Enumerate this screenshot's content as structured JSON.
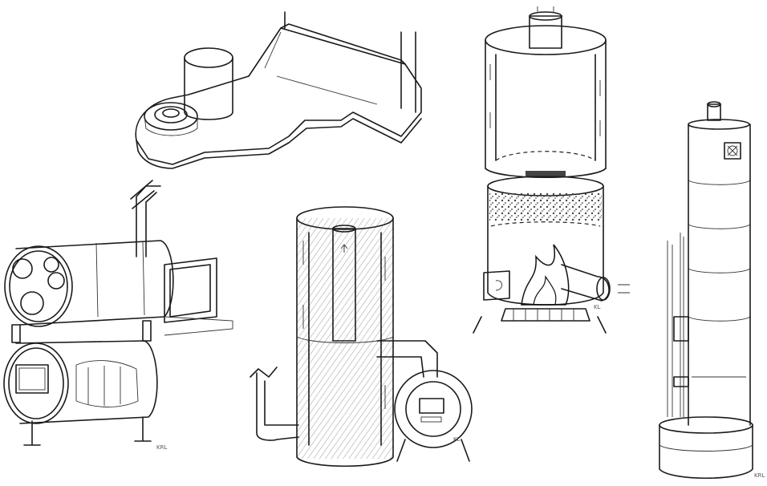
{
  "sketches": [
    {
      "id": "l-shaped-rocket-stove"
    },
    {
      "id": "double-barrel-stove"
    },
    {
      "id": "insulated-column-heater"
    },
    {
      "id": "heat-riser-with-firebox"
    },
    {
      "id": "tall-segmented-stove-pipe"
    }
  ],
  "signatures": {
    "barrel": "KRL",
    "column": "KL",
    "riser": "KL",
    "tower": "KRL"
  },
  "colors": {
    "ink": "#1a1a1a",
    "paper": "#ffffff"
  }
}
